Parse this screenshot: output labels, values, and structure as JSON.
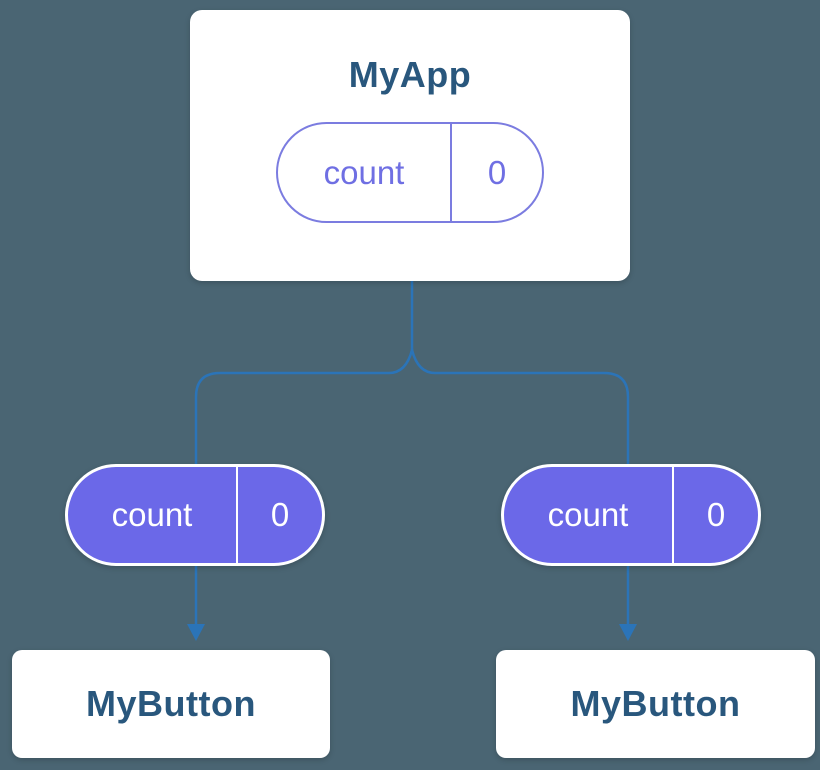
{
  "diagram": {
    "app": {
      "title": "MyApp",
      "state_pill": {
        "label": "count",
        "value": "0"
      }
    },
    "children": [
      {
        "pill": {
          "label": "count",
          "value": "0"
        },
        "title": "MyButton"
      },
      {
        "pill": {
          "label": "count",
          "value": "0"
        },
        "title": "MyButton"
      }
    ],
    "colors": {
      "background": "#4A6573",
      "card_background": "#FFFFFF",
      "title_text": "#29577D",
      "pill_fill_purple": "#6B68E8",
      "pill_outline_purple": "#7B7CE0",
      "pill_text_purple": "#6F6FE3",
      "pill_text_white": "#FFFFFF",
      "connector_blue": "#2B74B8"
    }
  }
}
